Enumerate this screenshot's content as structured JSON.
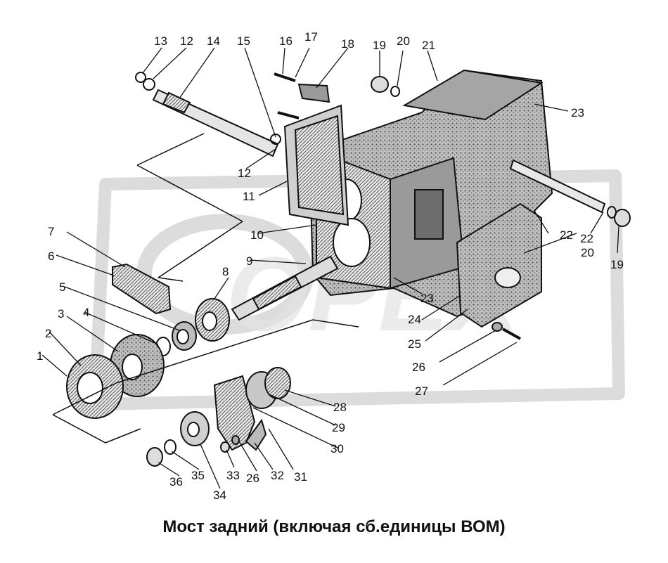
{
  "caption": "Мост задний (включая сб.единицы ВОМ)",
  "watermark": "ОРЕХ",
  "colors": {
    "ink": "#111111",
    "watermark": "#dcdcdc",
    "hatch": "#8a8a8a"
  },
  "labels": [
    "1",
    "2",
    "3",
    "4",
    "5",
    "6",
    "7",
    "8",
    "9",
    "10",
    "11",
    "12",
    "12",
    "13",
    "14",
    "15",
    "16",
    "17",
    "18",
    "19",
    "19",
    "20",
    "20",
    "21",
    "22",
    "22",
    "23",
    "23",
    "24",
    "25",
    "26",
    "26",
    "27",
    "28",
    "29",
    "30",
    "31",
    "32",
    "33",
    "34",
    "35",
    "36"
  ]
}
